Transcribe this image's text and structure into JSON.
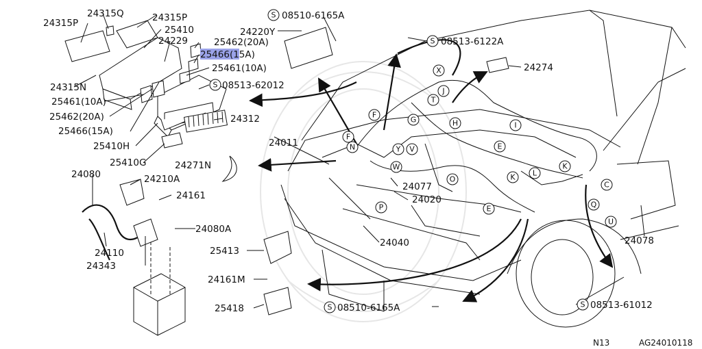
{
  "diagram": {
    "labels": {
      "p24315q": "24315Q",
      "p24315p_top": "24315P",
      "p24315p_left": "24315P",
      "p25410": "25410",
      "p24229": "24229",
      "p25462_20a_top": "25462(20A)",
      "p25466_15a_top": "25466(15A)",
      "p25461_10a_top": "25461(10A)",
      "p24315n": "24315N",
      "p08513_62012": "08513-62012",
      "p25461_10a_left": "25461(10A)",
      "p25462_20a_left": "25462(20A)",
      "p25466_15a_left": "25466(15A)",
      "p24312": "24312",
      "p25410h": "25410H",
      "p25410g": "25410G",
      "p24011": "24011",
      "p24271n": "24271N",
      "p24080": "24080",
      "p24210a": "24210A",
      "p24161": "24161",
      "p24080a": "24080A",
      "p24110": "24110",
      "p24343": "24343",
      "p25413": "25413",
      "p24161m": "24161M",
      "p25418": "25418",
      "p24220y": "24220Y",
      "p08510_6165a_top": "08510-6165A",
      "p08513_6122a": "08513-6122A",
      "p24274": "24274",
      "p24077": "24077",
      "p24020": "24020",
      "p24040": "24040",
      "p24078": "24078",
      "p08510_6165a_bottom": "08510-6165A",
      "p08513_61012": "08513-61012"
    },
    "s_mark": "S",
    "callouts": [
      "X",
      "J",
      "T",
      "F",
      "G",
      "H",
      "I",
      "F",
      "N",
      "E",
      "Y",
      "V",
      "W",
      "O",
      "K",
      "K",
      "L",
      "C",
      "P",
      "E",
      "Q",
      "U"
    ],
    "highlight_color": "#9aa2e8",
    "footer": {
      "code_left": "N13",
      "code_right": "AG24010118"
    }
  }
}
